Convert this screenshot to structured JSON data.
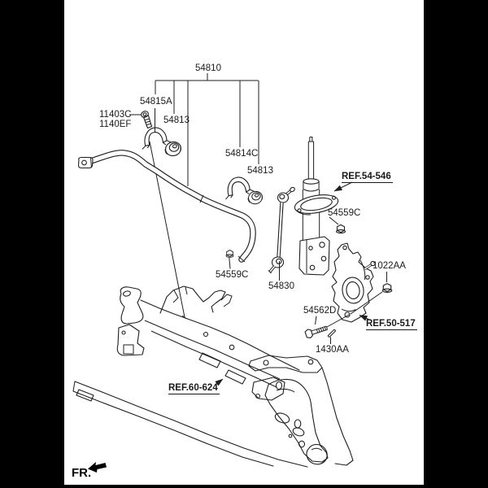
{
  "diagram": {
    "type": "exploded-parts-diagram",
    "subject": "front suspension stabilizer bar",
    "colors": {
      "line": "#1f1f1f",
      "background": "#ffffff",
      "mask": "#000000"
    },
    "icons": {
      "front_direction": "fr-direction-arrow-icon"
    },
    "labels": {
      "stabilizer_bar": "54810",
      "bracket_upper": "54815A",
      "bolt_code_a": "11403C",
      "bolt_code_b": "1140EF",
      "bushing_left": "54813",
      "bracket_lower": "54814C",
      "bushing_right": "54813",
      "ref_strut": "REF.54-546",
      "nut_upper": "54559C",
      "nut_lower": "54559C",
      "link": "54830",
      "knuckle_nut": "1022AA",
      "knuckle_bolt": "54562D",
      "ref_knuckle": "REF.50-517",
      "pin": "1430AA",
      "ref_crossmember": "REF.60-624",
      "front_marker": "FR."
    }
  }
}
